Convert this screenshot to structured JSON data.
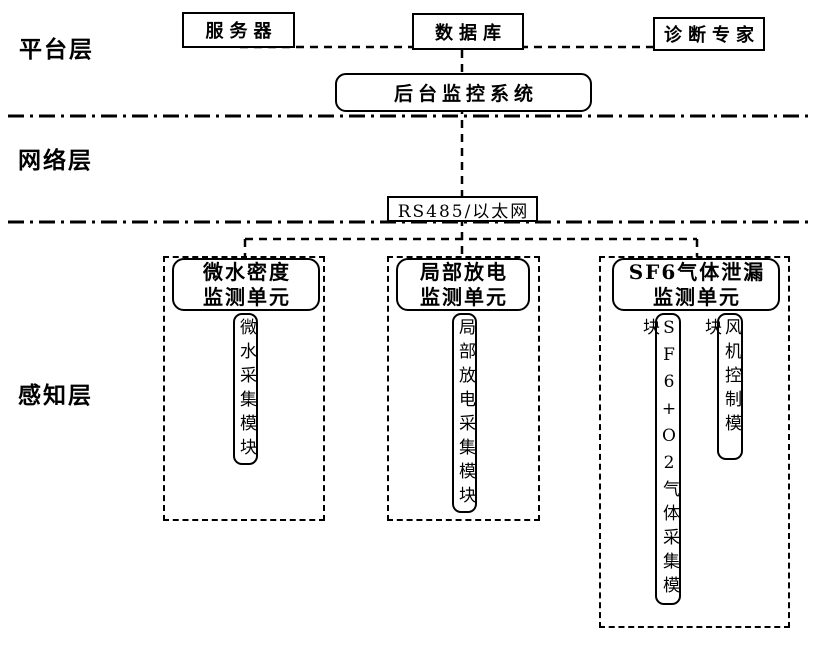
{
  "colors": {
    "ink": "#000000",
    "background": "#ffffff"
  },
  "layer_labels": {
    "platform": "平台层",
    "network": "网络层",
    "perception": "感知层"
  },
  "platform_layer": {
    "server": "服务器",
    "database": "数据库",
    "expert": "诊断专家",
    "monitor_system": "后台监控系统"
  },
  "network_layer": {
    "bus": "RS485/以太网"
  },
  "perception_layer": {
    "units": [
      {
        "title_line1": "微水密度",
        "title_line2": "监测单元",
        "modules": [
          "微水采集模块"
        ]
      },
      {
        "title_line1": "局部放电",
        "title_line2": "监测单元",
        "modules": [
          "局部放电采集模块"
        ]
      },
      {
        "title_line1": "SF6气体泄漏",
        "title_line2": "监测单元",
        "modules": [
          "SF6+O2气体采集模块",
          "风机控制模块"
        ]
      }
    ]
  }
}
